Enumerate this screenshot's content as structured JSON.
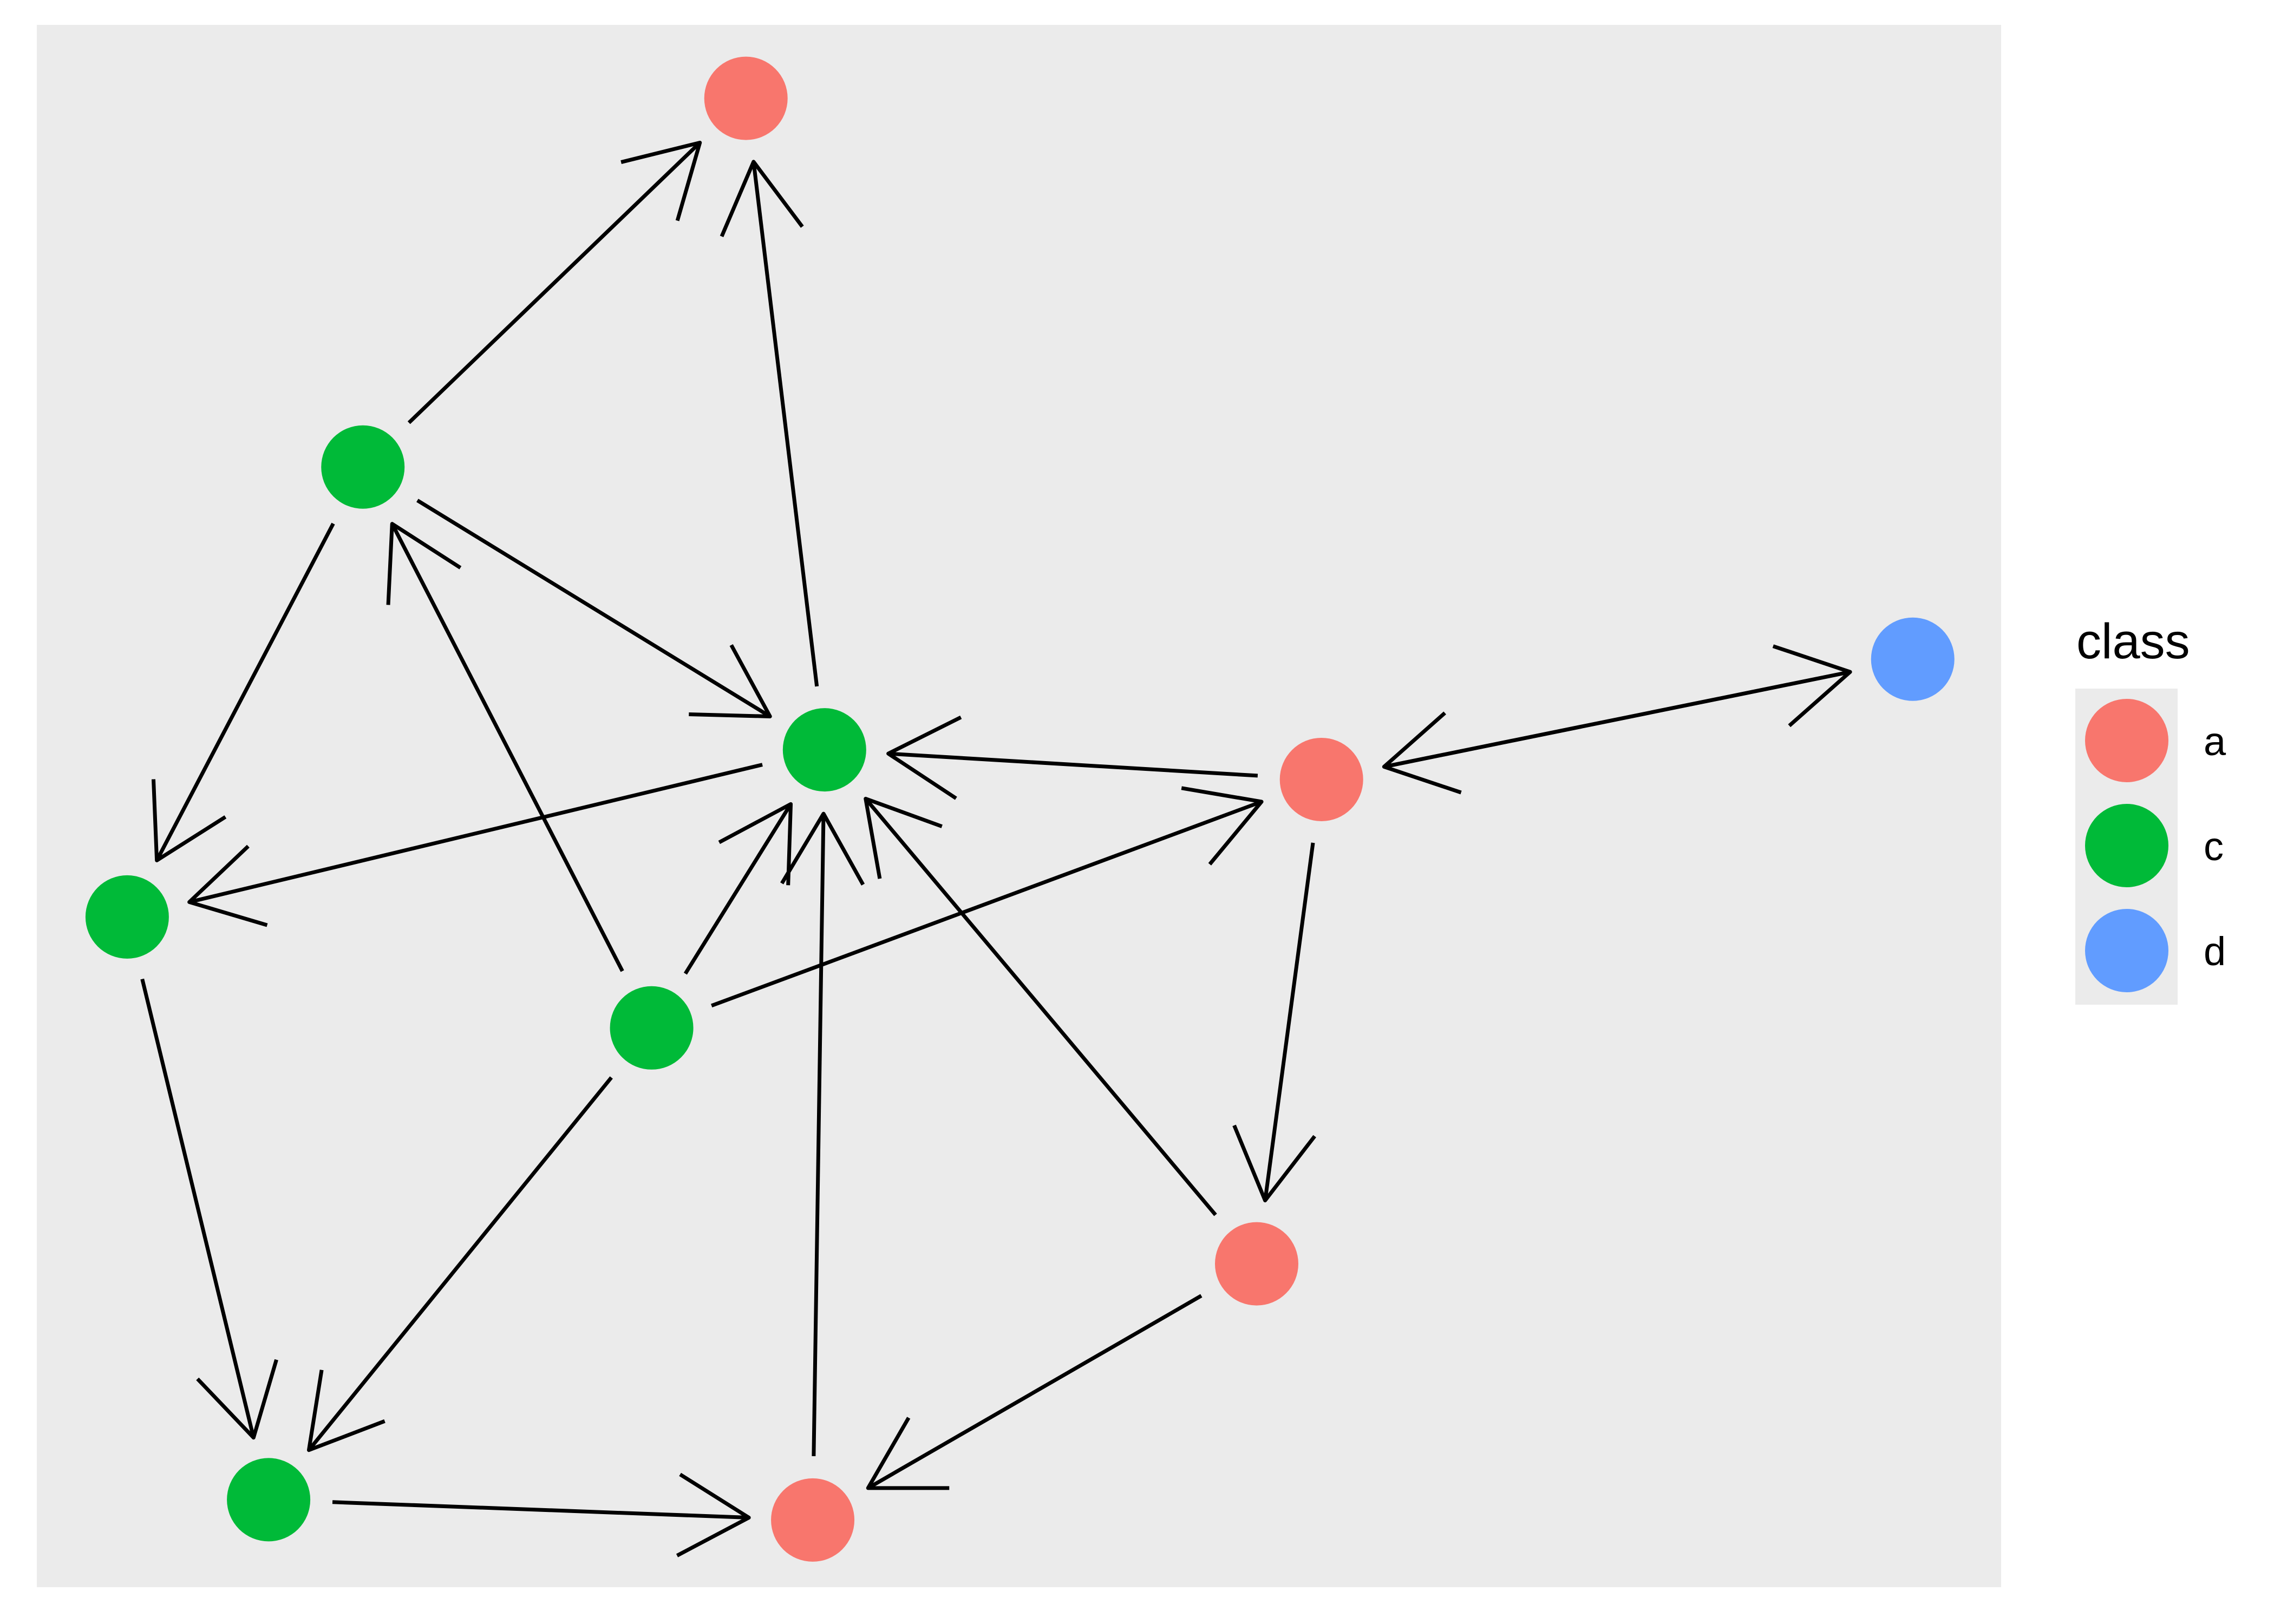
{
  "chart_data": {
    "type": "network",
    "title": "",
    "directed": true,
    "background": {
      "panel": "#EBEBEB",
      "page": "#FFFFFF"
    },
    "edge_color": "#000000",
    "nodes": [
      {
        "id": "n1",
        "class": "a",
        "x": 0.361,
        "y": 0.953
      },
      {
        "id": "n2",
        "class": "c",
        "x": 0.166,
        "y": 0.717
      },
      {
        "id": "n3",
        "class": "c",
        "x": 0.401,
        "y": 0.536
      },
      {
        "id": "n4",
        "class": "a",
        "x": 0.654,
        "y": 0.517
      },
      {
        "id": "n5",
        "class": "d",
        "x": 0.955,
        "y": 0.594
      },
      {
        "id": "n6",
        "class": "c",
        "x": 0.046,
        "y": 0.429
      },
      {
        "id": "n7",
        "class": "c",
        "x": 0.313,
        "y": 0.358
      },
      {
        "id": "n8",
        "class": "a",
        "x": 0.621,
        "y": 0.207
      },
      {
        "id": "n9",
        "class": "c",
        "x": 0.118,
        "y": 0.056
      },
      {
        "id": "n10",
        "class": "a",
        "x": 0.395,
        "y": 0.043
      }
    ],
    "edges": [
      {
        "from": "n2",
        "to": "n1"
      },
      {
        "from": "n3",
        "to": "n1"
      },
      {
        "from": "n2",
        "to": "n3"
      },
      {
        "from": "n2",
        "to": "n6"
      },
      {
        "from": "n7",
        "to": "n2"
      },
      {
        "from": "n3",
        "to": "n6"
      },
      {
        "from": "n4",
        "to": "n3"
      },
      {
        "from": "n4",
        "to": "n5"
      },
      {
        "from": "n5",
        "to": "n4"
      },
      {
        "from": "n7",
        "to": "n4"
      },
      {
        "from": "n7",
        "to": "n3"
      },
      {
        "from": "n10",
        "to": "n3"
      },
      {
        "from": "n8",
        "to": "n3"
      },
      {
        "from": "n4",
        "to": "n8"
      },
      {
        "from": "n6",
        "to": "n9"
      },
      {
        "from": "n7",
        "to": "n9"
      },
      {
        "from": "n9",
        "to": "n10"
      },
      {
        "from": "n8",
        "to": "n10"
      }
    ],
    "legend": {
      "title": "class",
      "position": "right",
      "entries": [
        {
          "label": "a",
          "color": "#F8766D"
        },
        {
          "label": "c",
          "color": "#00BA38"
        },
        {
          "label": "d",
          "color": "#619CFF"
        }
      ]
    }
  }
}
